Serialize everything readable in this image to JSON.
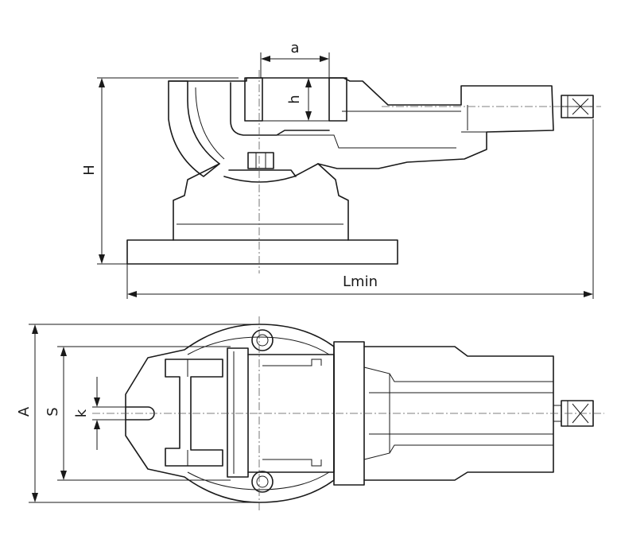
{
  "labels": {
    "a": "a",
    "h": "h",
    "H": "H",
    "Lmin": "Lmin",
    "A": "A",
    "S": "S",
    "k": "k"
  }
}
